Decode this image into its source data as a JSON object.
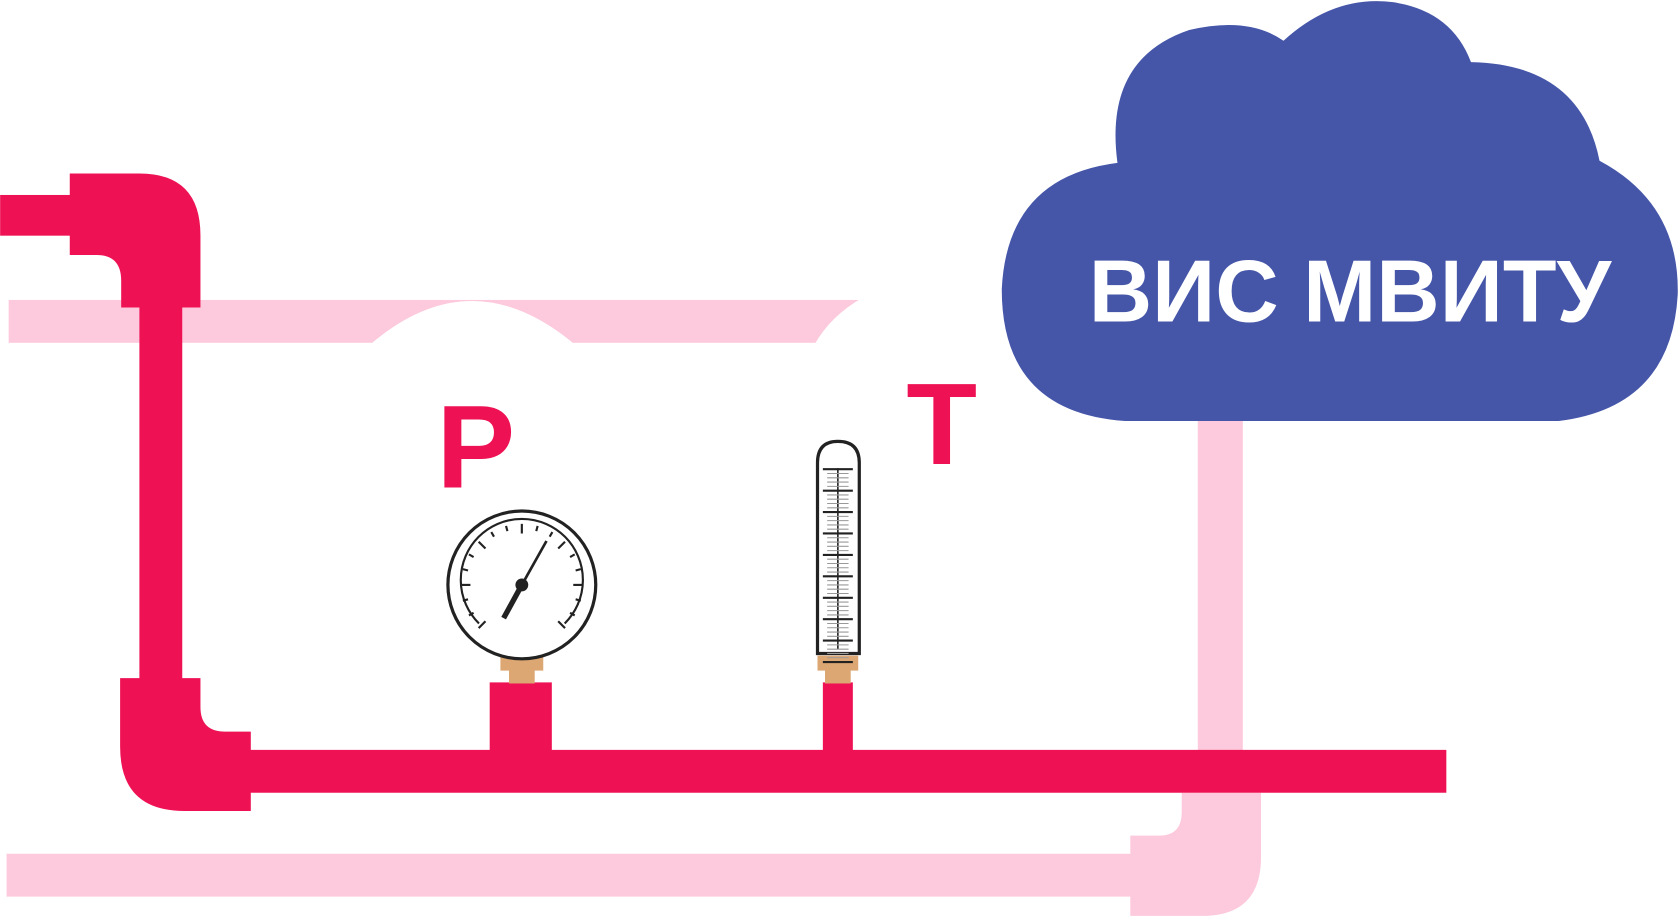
{
  "cloud": {
    "label": "ВИС МВИТУ"
  },
  "labels": {
    "pressure": "P",
    "temperature": "T"
  },
  "colors": {
    "pipe_main": "#ee1254",
    "pipe_return": "#fdc9dc",
    "cloud": "#4556a9",
    "fitting": "#dca773",
    "instrument_outline": "#222222"
  }
}
